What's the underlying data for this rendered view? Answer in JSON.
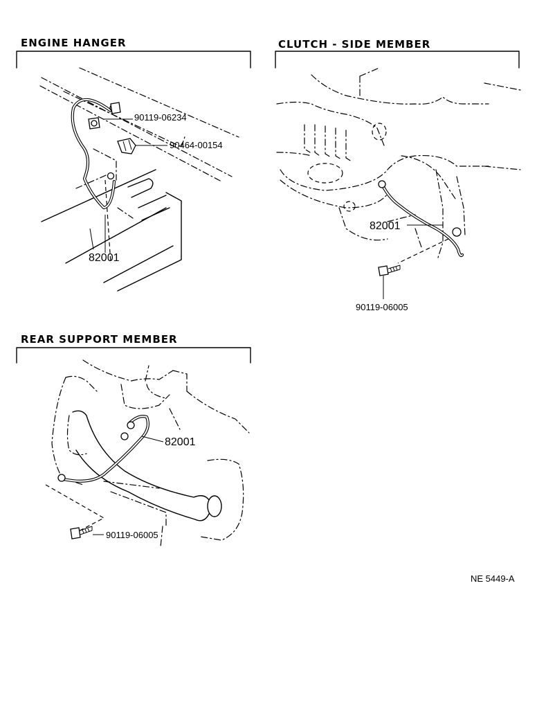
{
  "sections": {
    "engine_hanger": {
      "title": "ENGINE  HANGER",
      "parts": [
        "90119-06234",
        "90464-00154",
        "82001"
      ]
    },
    "clutch_side_member": {
      "title": "CLUTCH - SIDE  MEMBER",
      "parts": [
        "82001",
        "90119-06005"
      ]
    },
    "rear_support_member": {
      "title": "REAR  SUPPORT  MEMBER",
      "parts": [
        "82001",
        "90119-06005"
      ]
    }
  },
  "reference": "NE 5449-A"
}
